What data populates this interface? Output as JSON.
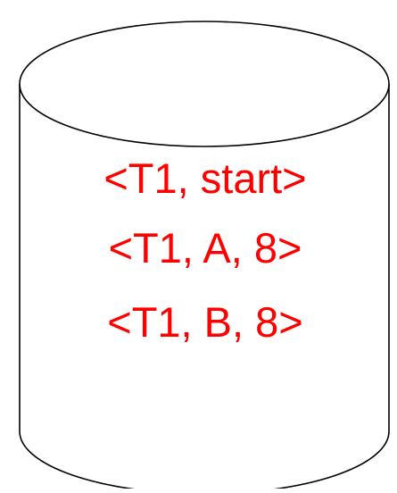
{
  "diagram": {
    "shape": "cylinder-database",
    "stroke_color": "#000000",
    "fill_color": "#ffffff",
    "text_color": "#ff0000",
    "log_entries": [
      "<T1, start>",
      "<T1, A, 8>",
      "<T1, B, 8>"
    ]
  }
}
